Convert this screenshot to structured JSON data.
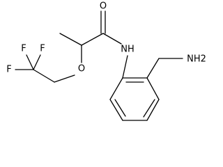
{
  "molecule": {
    "atom_labels": {
      "carbonyl_oxygen": "O",
      "amide_nitrogen": "NH",
      "ether_oxygen": "O",
      "fluorine_top_left": "F",
      "fluorine_top_right": "F",
      "fluorine_left": "F",
      "amine_group": "NH2"
    }
  }
}
